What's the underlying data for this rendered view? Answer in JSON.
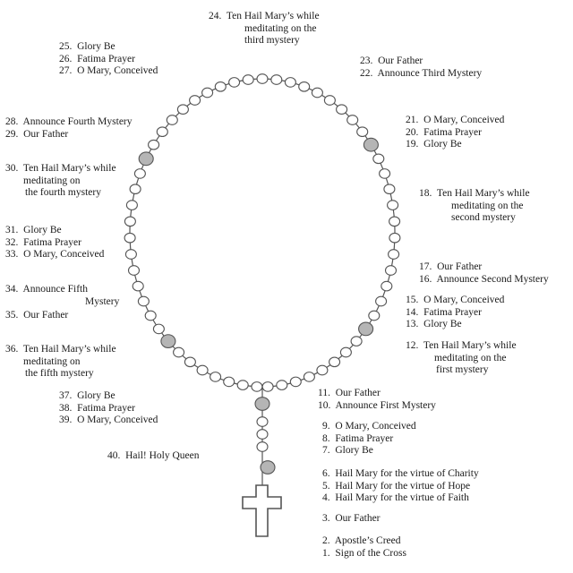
{
  "colors": {
    "bead_fill": "#ffffff",
    "marker_bead_fill": "#b5b5b5",
    "outline": "#555555",
    "text": "#1a1a1a"
  },
  "icons": [
    "cross-icon",
    "bead-icon"
  ],
  "labels": {
    "l24": [
      "24.  Ten Hail Mary’s while",
      "meditating on the",
      "third mystery"
    ],
    "l25_27": [
      "25.  Glory Be",
      "26.  Fatima Prayer",
      "27.  O Mary, Conceived"
    ],
    "l23_22": [
      "23.  Our Father",
      "22.  Announce Third Mystery"
    ],
    "l28_29": [
      "28.  Announce Fourth Mystery",
      "29.  Our Father"
    ],
    "l21_19": [
      "21.  O Mary, Conceived",
      "20.  Fatima Prayer",
      "19.  Glory Be"
    ],
    "l30": [
      "30.  Ten Hail Mary’s while",
      "meditating on",
      "the fourth mystery"
    ],
    "l18": [
      "18.  Ten Hail Mary’s while",
      "meditating on the",
      "second mystery"
    ],
    "l31_33": [
      "31.  Glory Be",
      "32.  Fatima Prayer",
      "33.  O Mary, Conceived"
    ],
    "l17_16": [
      "17.  Our Father",
      "16.  Announce Second Mystery"
    ],
    "l34": [
      "34.  Announce Fifth",
      "Mystery"
    ],
    "l35": [
      "35.  Our Father"
    ],
    "l15_13": [
      "15.  O Mary, Conceived",
      "14.  Fatima Prayer",
      "13.  Glory Be"
    ],
    "l36": [
      "36.  Ten Hail Mary’s while",
      "meditating on",
      "the fifth mystery"
    ],
    "l12": [
      "12.  Ten Hail Mary’s while",
      "meditating on the",
      "first mystery"
    ],
    "l37_39": [
      "37.  Glory Be",
      "38.  Fatima Prayer",
      "39.  O Mary, Conceived"
    ],
    "l11_10": [
      "11.  Our Father",
      "10.  Announce First Mystery"
    ],
    "l9_7": [
      "9.  O Mary, Conceived",
      "8.  Fatima Prayer",
      "7.  Glory Be"
    ],
    "l40": [
      "40.  Hail! Holy Queen"
    ],
    "l6_4": [
      "6.  Hail Mary for the virtue of Charity",
      "5.  Hail Mary for the virtue of Hope",
      "4.  Hail Mary for the virtue of Faith"
    ],
    "l3": [
      "3.  Our Father"
    ],
    "l2_1": [
      "2.  Apostle’s Creed",
      "1.  Sign of the Cross"
    ]
  }
}
